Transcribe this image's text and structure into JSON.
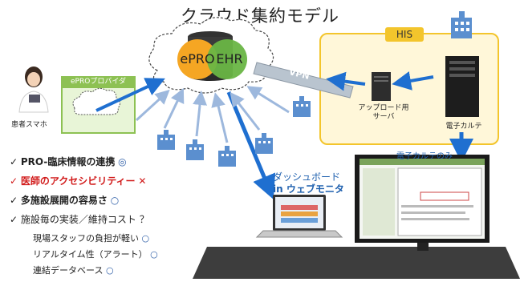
{
  "title": "クラウド集約モデル",
  "cloud": {
    "epro_label": "ePRO",
    "ehr_label": "EHR"
  },
  "vpn_label": "VPN",
  "his": {
    "title": "HIS",
    "upload_server_label": "アップロード用\nサーバ",
    "emr_label": "電子カルテ"
  },
  "epro_provider": {
    "title": "ePROプロバイダ",
    "patient_label": "患者スマホ"
  },
  "emr_only_label": "電子カルテのみ",
  "dashboard_label_line1": "ダッシュボード",
  "dashboard_label_line2": "in ウェブモニタ",
  "checklist": [
    {
      "text": "PRO-臨床情報の連携",
      "mark": "◎",
      "bold": true,
      "red": false
    },
    {
      "text": "医師のアクセシビリティー",
      "mark": "✕",
      "bold": true,
      "red": true
    },
    {
      "text": "多施設展開の容易さ",
      "mark": "○",
      "bold": true,
      "red": false
    },
    {
      "text": "施設毎の実装／維持コスト",
      "mark": "？",
      "bold": false,
      "red": false
    }
  ],
  "sub_items": [
    {
      "text": "現場スタッフの負担が軽い",
      "mark": "○"
    },
    {
      "text": "リアルタイム性（アラート）",
      "mark": "○"
    },
    {
      "text": "連結データベース",
      "mark": "○"
    }
  ],
  "colors": {
    "arrow": "#1f6fd0",
    "his_border": "#f3c52c",
    "epro_green": "#8dc153",
    "epro_circle": "#f5a623",
    "ehr_circle": "#69b545",
    "building": "#5b8fcf"
  }
}
